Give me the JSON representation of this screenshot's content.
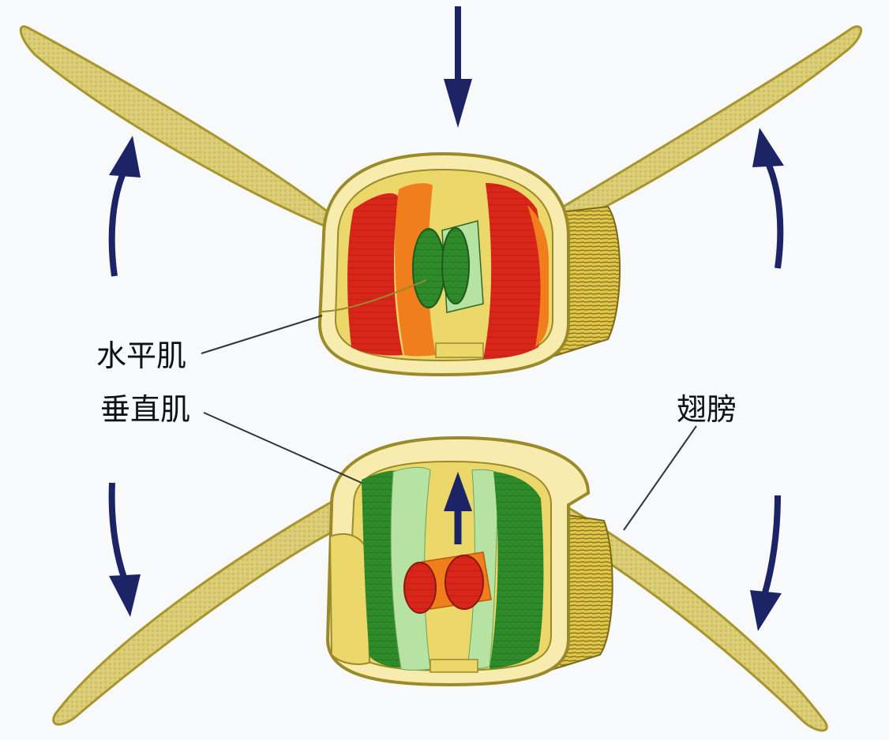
{
  "labels": {
    "horizontal_muscle": "水平肌",
    "vertical_muscle": "垂直肌",
    "wing": "翅膀"
  },
  "colors": {
    "background": "#f8f9fb",
    "wing": "#d9cc73",
    "wing_edge": "#a8952e",
    "shell": "#ecd76a",
    "shell_light": "#f7ecae",
    "shell_edge": "#9a8a2a",
    "red_muscle": "#d8261a",
    "orange_muscle": "#f07e1c",
    "dark_green_muscle": "#2f8a2a",
    "light_green_muscle": "#b7e3a2",
    "arrow": "#1d2466",
    "leader_line": "#333333"
  }
}
